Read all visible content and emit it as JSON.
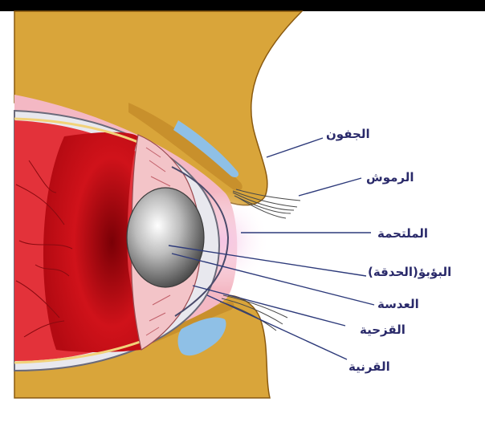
{
  "diagram": {
    "labels": {
      "eyelids": "الجفون",
      "eyelashes": "الرموش",
      "conjunctiva": "الملتحمة",
      "pupil": "البؤبؤ(الحدقة)",
      "lens": "العدسة",
      "iris": "القزحية",
      "cornea": "القرنية"
    },
    "colors": {
      "eyelid": "#d9a53a",
      "eyelid_fold": "#c8902c",
      "skin_pink": "#f4b8c4",
      "sclera_red": "#e3323a",
      "retina_red": "#c8141c",
      "lens_gray": "#9a9a9a",
      "tear_blue": "#8fc0e6",
      "label_text": "#2a2a6a",
      "leader_line": "#2d3a7a"
    }
  }
}
